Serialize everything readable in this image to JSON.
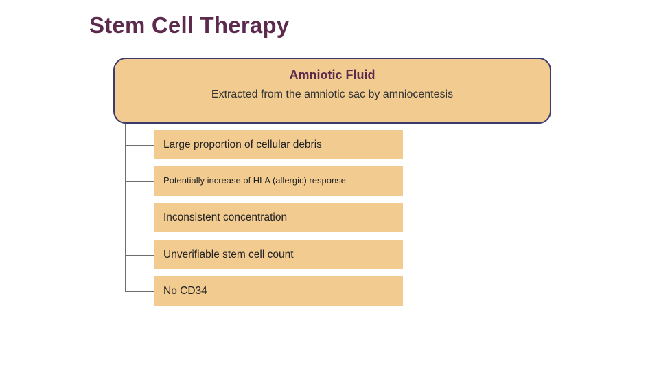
{
  "slide": {
    "title": "Stem Cell Therapy",
    "header": {
      "title": "Amniotic Fluid",
      "subtitle": "Extracted from the amniotic sac by amniocentesis"
    },
    "items": [
      {
        "label": "Large proportion of cellular debris",
        "size": "normal"
      },
      {
        "label": "Potentially increase of HLA (allergic) response",
        "size": "small"
      },
      {
        "label": "Inconsistent concentration",
        "size": "normal"
      },
      {
        "label": "Unverifiable stem cell count",
        "size": "normal"
      },
      {
        "label": "No CD34",
        "size": "normal"
      }
    ],
    "colors": {
      "box_fill": "#f2cb91",
      "box_border": "#3b3b6d",
      "title_color": "#5b2a4d",
      "connector": "#6e6e6e",
      "background": "#ffffff"
    }
  }
}
